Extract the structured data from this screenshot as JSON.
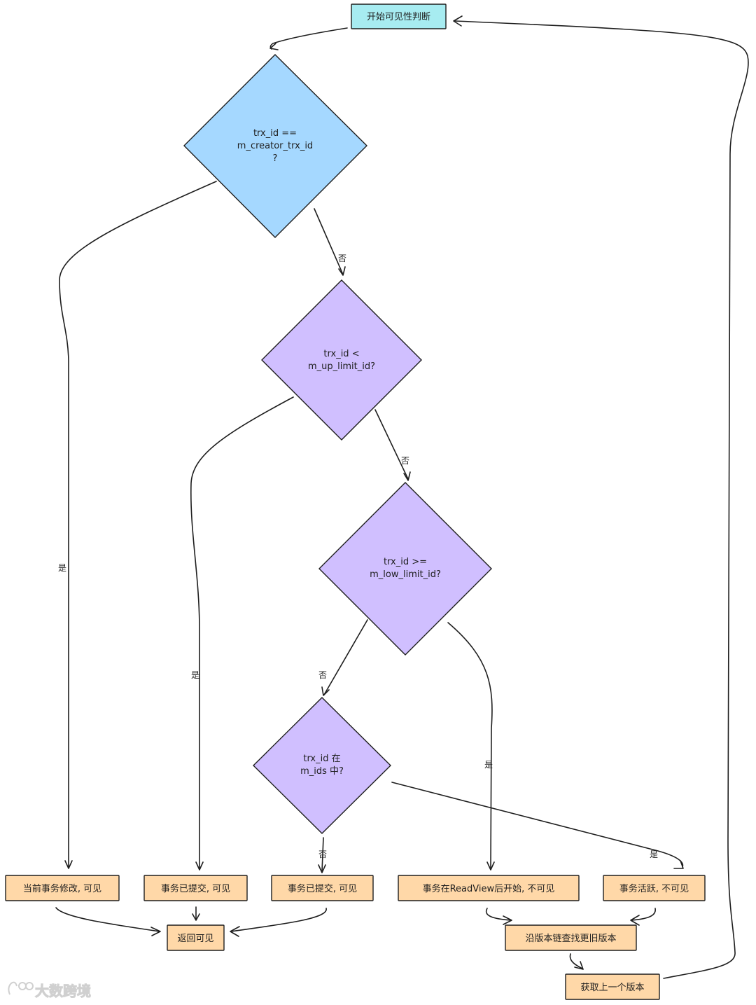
{
  "colors": {
    "start": "#a7ecf1",
    "decision_blue": "#a5d8ff",
    "decision_purple": "#d0bfff",
    "process": "#ffd8a8",
    "stroke": "#1e1e1e"
  },
  "nodes": {
    "start": "开始可见性判断",
    "d1": [
      "trx_id ==",
      "m_creator_trx_id",
      "?"
    ],
    "d2": [
      "trx_id <",
      "m_up_limit_id?"
    ],
    "d3": [
      "trx_id >=",
      "m_low_limit_id?"
    ],
    "d4": [
      "trx_id 在",
      "m_ids 中?"
    ],
    "r1": "当前事务修改, 可见",
    "r2": "事务已提交, 可见",
    "r3": "事务已提交, 可见",
    "r4": "事务在ReadView后开始, 不可见",
    "r5": "事务活跃, 不可见",
    "return_visible": "返回可见",
    "lookup": "沿版本链查找更旧版本",
    "prev_version": "获取上一个版本"
  },
  "edge_labels": {
    "d1_no": "否",
    "d1_yes": "是",
    "d2_no": "否",
    "d2_yes": "是",
    "d3_no": "否",
    "d3_yes": "是",
    "d4_no": "否",
    "d4_yes": "是"
  },
  "watermark": "大数跨境"
}
